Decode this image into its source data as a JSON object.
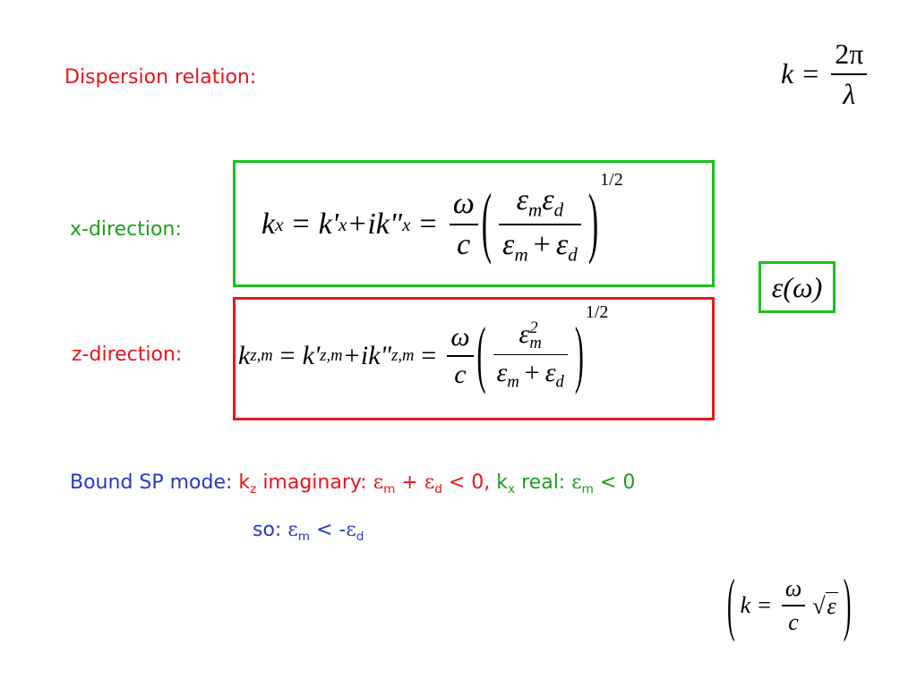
{
  "labels": {
    "dispersion": "Dispersion relation:",
    "x_direction": "x-direction:",
    "z_direction": "z-direction:"
  },
  "bound": {
    "prefix": "Bound SP mode: ",
    "kz_k": "k",
    "kz_sub": "z",
    "imag": " imaginary: ",
    "eps_m": "ε",
    "m_sub": "m",
    "plus": " + ",
    "eps_d": "ε",
    "d_sub": "d",
    "lt0a": " < 0, ",
    "kx_k": "k",
    "kx_sub": "x",
    "real": " real: ",
    "eps_m2": "ε",
    "m_sub2": "m",
    "lt0b": " < 0"
  },
  "so": {
    "prefix": "so: ",
    "eps_m": "ε",
    "m_sub": "m",
    "mid": " < -",
    "eps_d": "ε",
    "d_sub": "d"
  },
  "formula_k": {
    "k": "k",
    "eq": "=",
    "num": "2π",
    "den": "λ"
  },
  "formula_eps_omega": {
    "text": "ε(ω)"
  },
  "formula_k_sqrt": {
    "k": "k",
    "eq": "=",
    "num": "ω",
    "den": "c",
    "root": "ε"
  },
  "eq_x": {
    "lhs_k": "k",
    "lhs_sub": "x",
    "re_k": "k'",
    "re_sub": "x",
    "plus_i": "+ik\"",
    "im_sub": "x",
    "num_w": "ω",
    "den_c": "c",
    "num": "ε",
    "num_m": "m",
    "num2": "ε",
    "num_d": "d",
    "den": "ε",
    "den_m": "m",
    "den_plus": "+",
    "den2": "ε",
    "den_d": "d",
    "power": "1/2"
  },
  "eq_z": {
    "lhs_k": "k",
    "lhs_sub": "z,m",
    "re_k": "k'",
    "re_sub": "z,m",
    "plus_i": "+ik\"",
    "im_sub": "z,m",
    "num_w": "ω",
    "den_c": "c",
    "num": "ε",
    "num_sup": "2",
    "num_m": "m",
    "den": "ε",
    "den_m": "m",
    "den_plus": "+",
    "den2": "ε",
    "den_d": "d",
    "power": "1/2"
  },
  "colors": {
    "red": "#e8141e",
    "green": "#1aa01a",
    "blue": "#2a37c4",
    "box_green": "#19c119",
    "box_red": "#e51a1a"
  }
}
